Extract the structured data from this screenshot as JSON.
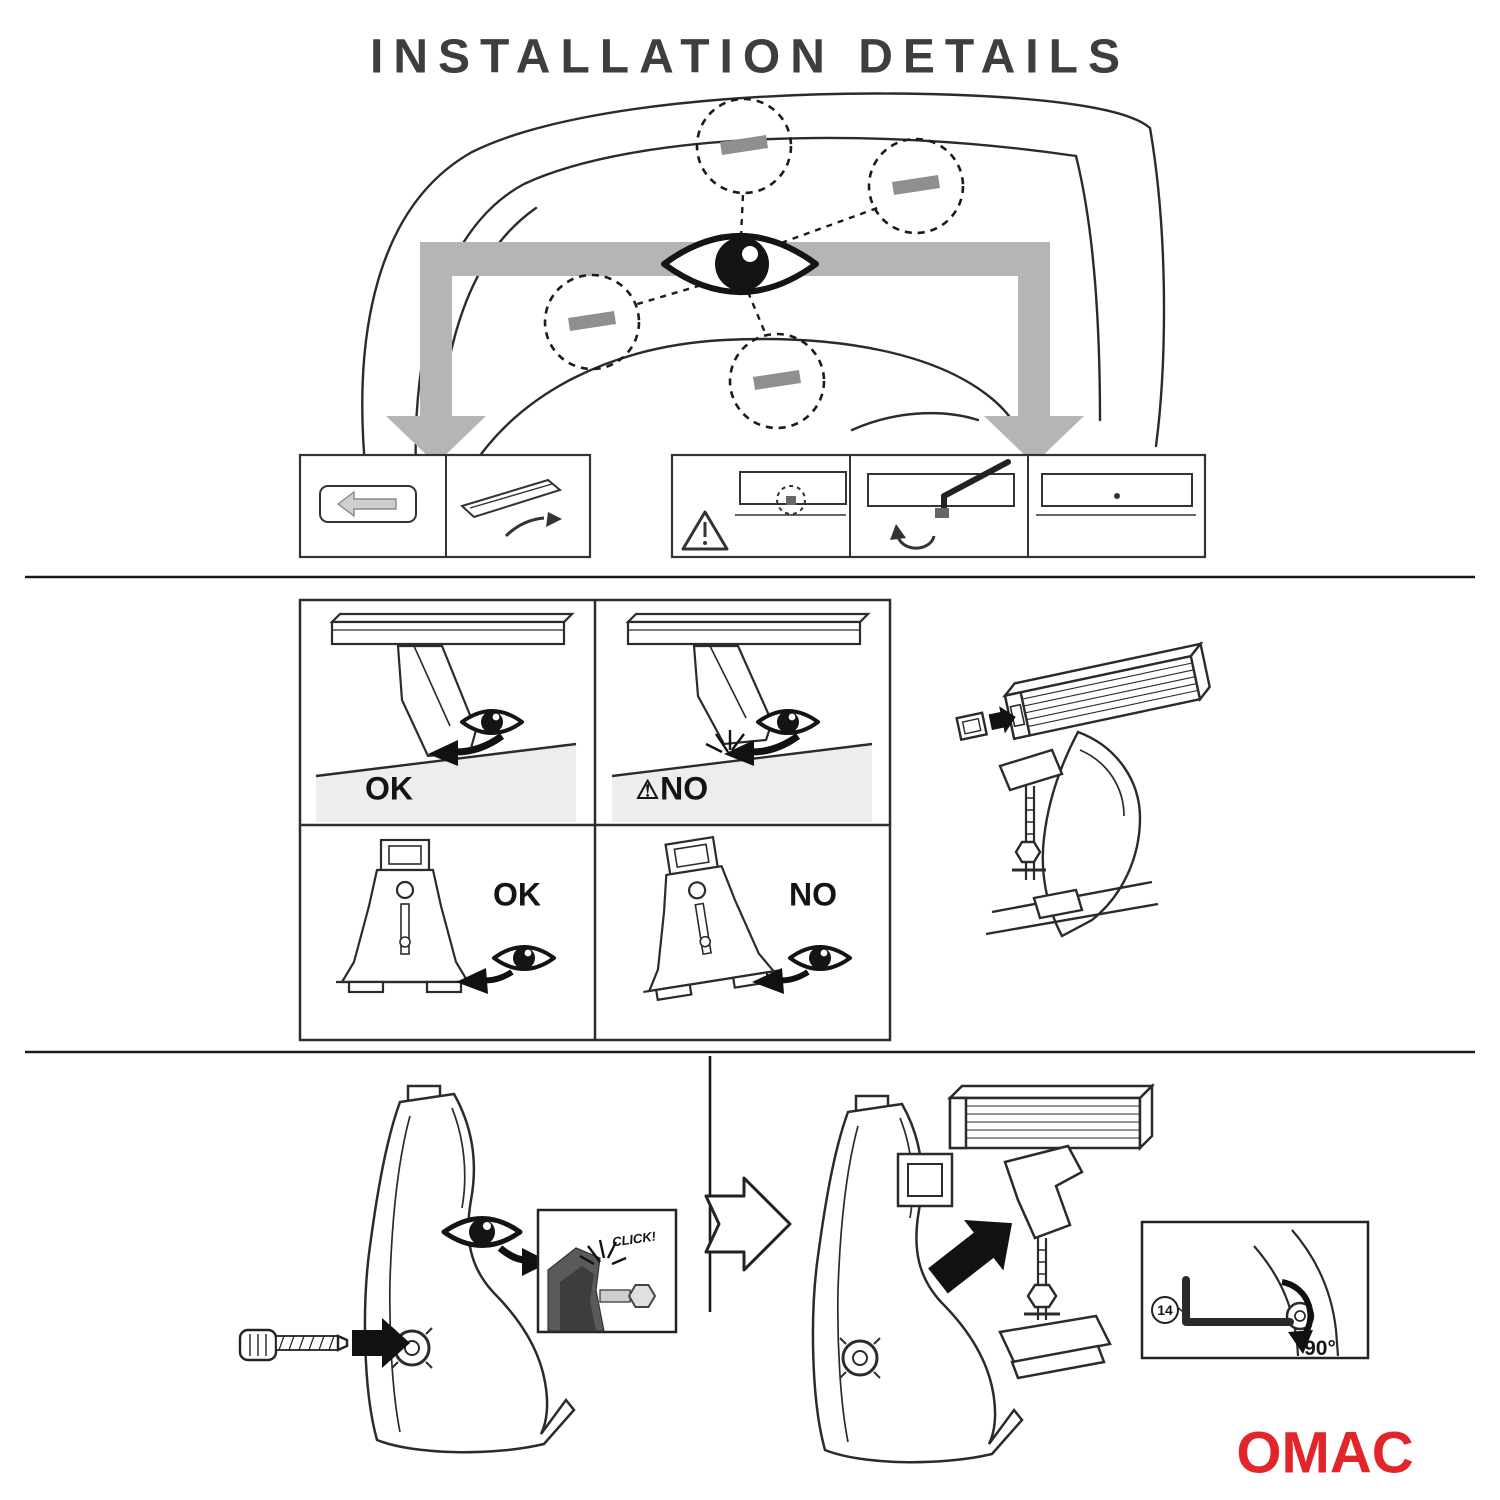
{
  "title": "INSTALLATION DETAILS",
  "labels": {
    "bracket_ok": "OK",
    "bracket_no": "NO",
    "foot_ok": "OK",
    "foot_no": "NO",
    "click": "CLICK!",
    "callout_number": "14",
    "angle": "90°"
  },
  "icons": {
    "warning": "⚠"
  },
  "brand": {
    "name": "OMAC",
    "color": "#e2242b"
  },
  "colors": {
    "line": "#2b2b2b",
    "arrow_gray": "#b5b5b5",
    "slot_gray": "#8f8f8f",
    "roof_shade": "#ededed",
    "dark_detail": "#5a5a5a"
  }
}
